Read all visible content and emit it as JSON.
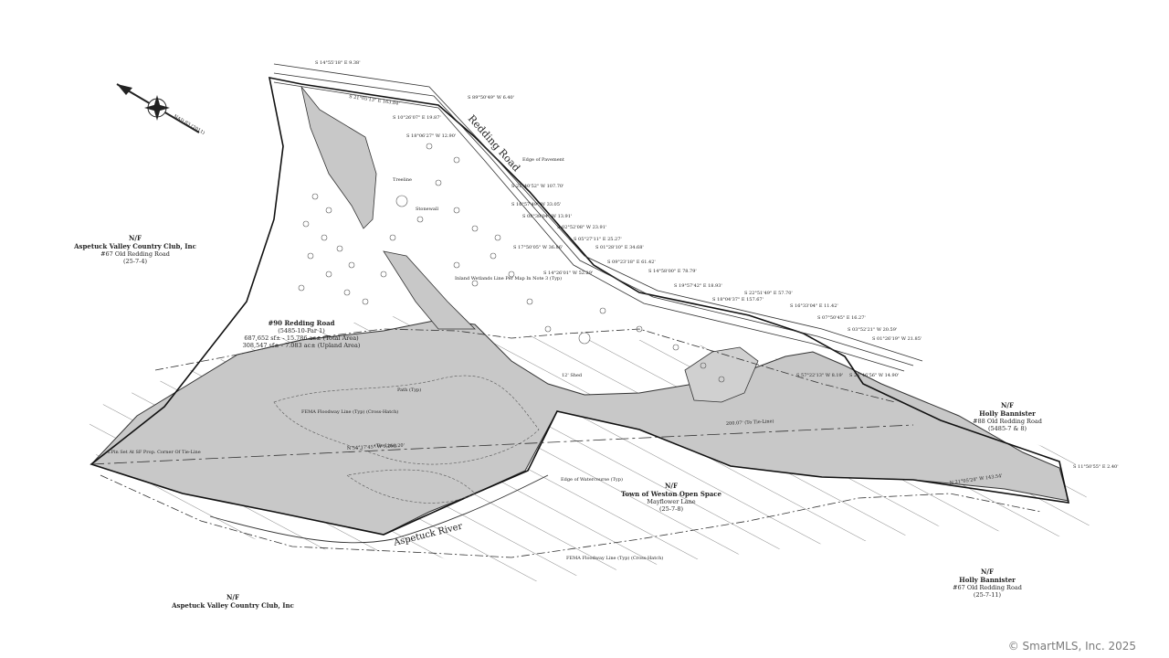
{
  "map": {
    "parcels": [
      {
        "key": "main",
        "lines": [
          "#90 Redding Road",
          "(5485-10-Par 1)",
          "687,652 sf± - 15.786 ac± (Total Area)",
          "308,547 sf± - 7.083 ac± (Upland Area)"
        ]
      },
      {
        "key": "avcc_w",
        "lines": [
          "N/F",
          "Aspetuck Valley Country Club, Inc",
          "#67 Old Redding Road",
          "(25-7-4)"
        ]
      },
      {
        "key": "avcc_s",
        "lines": [
          "N/F",
          "Aspetuck Valley Country Club, Inc"
        ]
      },
      {
        "key": "weston",
        "lines": [
          "N/F",
          "Town of Weston Open Space",
          "Mayflower Lane",
          "(25-7-8)"
        ]
      },
      {
        "key": "holly_e",
        "lines": [
          "N/F",
          "Holly Bannister",
          "#88 Old Redding Road",
          "(5485-7 & 8)"
        ]
      },
      {
        "key": "holly_s",
        "lines": [
          "N/F",
          "Holly Bannister",
          "#67 Old Redding Road",
          "(25-7-11)"
        ]
      }
    ],
    "road_name": "Redding Road",
    "river_name": "Aspetuck River",
    "annotations": {
      "tie_line": "(Tie-Line)",
      "tie_bearing": "N 54°17'45\" W  1,252.20'",
      "tie_line2": "200.07' (To Tie-Line)",
      "fema1": "FEMA Floodway Line (Typ) (Cross-Hatch)",
      "fema2": "FEMA Floodway Line (Typ) (Cross-Hatch)",
      "water_edge": "Edge of Watercourse (Typ)",
      "wetlands": "Inland Wetlands Line Per Map In Note 3 (Typ)",
      "path": "Path (Typ)",
      "ipin_corner": "I.Pin Set At SF Prop. Corner Of Tie-Line",
      "edge_pavement": "Edge of Pavement",
      "treeline": "Treeline",
      "stonewall": "Stonewall",
      "shed": "12' Shed",
      "bearings": [
        "S 14°55'18\" E 9.38'",
        "S 21°05'13\" E 163.84'",
        "S 89°50'49\" W 6.40'",
        "S 10°26'07\" E 19.87'",
        "S 18°06'27\" W 12.90'",
        "S 21°40'52\" W 107.70'",
        "S 16°57'49\" W 33.05'",
        "S 08°38'04\" W 13.91'",
        "S 02°52'08\" W 23.91'",
        "S 05°27'11\" E 25.27'",
        "S 01°28'10\" E 34.68'",
        "S 09°23'18\" E 61.42'",
        "S 14°58'00\" E 78.79'",
        "S 17°50'05\" W 36.86'",
        "S 14°26'01\" W 52.29'",
        "S 19°57'42\" E 18.93'",
        "S 18°04'37\" E 157.67'",
        "S 22°51'49\" E 57.70'",
        "S 16°33'04\" E 11.42'",
        "S 07°50'45\" E 16.27'",
        "S 03°52'21\" W 20.59'",
        "S 01°26'19\" W 21.85'",
        "S 57°22'13\" W 8.19'",
        "S 26°46'56\" W 14.90'",
        "S 11°50'55\" E 2.40'",
        "N 21°05'24\" W 143.54'"
      ]
    },
    "north_label": "NAD 83 (2011)",
    "watermark": "© SmartMLS, Inc.  2025"
  }
}
